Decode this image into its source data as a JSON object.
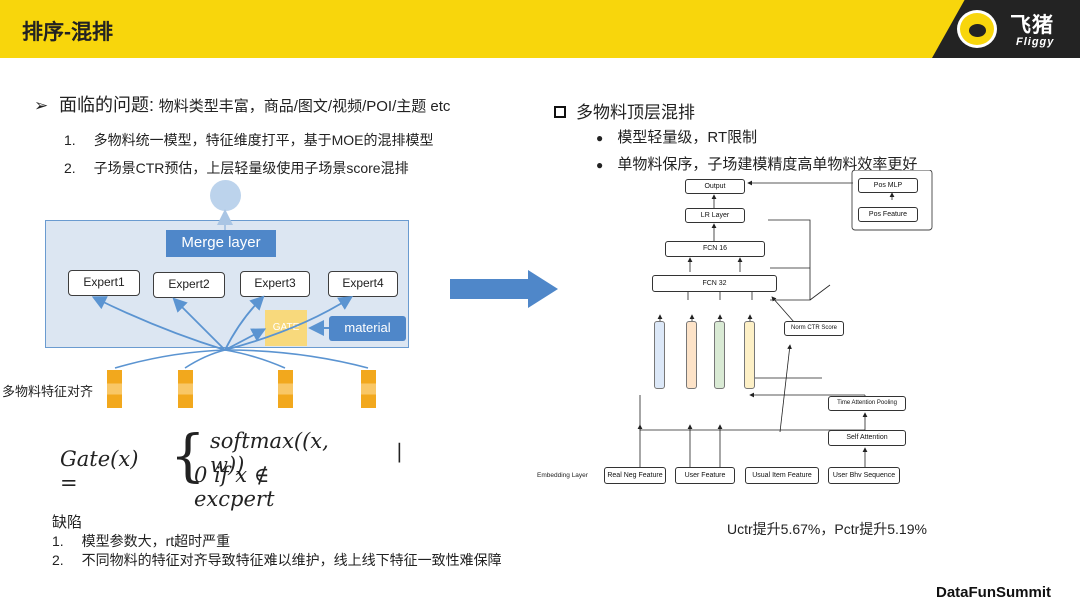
{
  "header": {
    "title": "排序-混排",
    "logo_cn": "飞猪",
    "logo_en": "Fliggy"
  },
  "left": {
    "problem_marker": "➢",
    "problem_title": "面临的问题:",
    "problem_text": "物料类型丰富，商品/图文/视频/POI/主题 etc",
    "items": [
      {
        "num": "1.",
        "text": "多物料统一模型，特征维度打平，基于MOE的混排模型"
      },
      {
        "num": "2.",
        "text": "子场景CTR预估，上层轻量级使用子场景score混排"
      }
    ]
  },
  "moe": {
    "merge_label": "Merge layer",
    "experts": [
      "Expert1",
      "Expert2",
      "Expert3",
      "Expert4"
    ],
    "gate_label": "GATE",
    "material_label": "material",
    "features_label": "多物料特征对齐"
  },
  "formula": {
    "lhs": "Gate(x) =",
    "brace": "{",
    "row1": "softmax((x, w))",
    "row2": "0   if   x ∉ excpert",
    "cursor": "|"
  },
  "defects": {
    "title": "缺陷",
    "items": [
      {
        "num": "1.",
        "text": "模型参数大，rt超时严重"
      },
      {
        "num": "2.",
        "text": "不同物料的特征对齐导致特征难以维护，线上线下特征一致性难保障"
      }
    ]
  },
  "right": {
    "title_marker": "",
    "title": "多物料顶层混排",
    "bullets": [
      {
        "marker": "●",
        "text": "模型轻量级，RT限制"
      },
      {
        "marker": "●",
        "text": "单物料保序，子场建模精度高单物料效率更好"
      }
    ],
    "result": "Uctr提升5.67%，Pctr提升5.19%"
  },
  "network": {
    "output": "Output",
    "lr_layer": "LR Layer",
    "fcn16": "FCN 16",
    "fcn32": "FCN 32",
    "pos_mlp": "Pos MLP",
    "pos_feature": "Pos Feature",
    "norm_ctr": "Norm CTR Score",
    "time_attention": "Time Attention Pooling",
    "self_attention": "Self Attention",
    "embedding_layer": "Embedding Layer",
    "inputs": [
      "Real Neg Feature",
      "User Feature",
      "Usual Item Feature",
      "User Bhv Sequence"
    ],
    "bar_colors": [
      "#dce8f8",
      "#fde3c8",
      "#d9ead4",
      "#fdf0c6"
    ]
  },
  "footer": {
    "brand": "DataFunSummit"
  },
  "colors": {
    "header_yellow": "#f8d60c",
    "accent_blue": "#4f87c9",
    "panel_blue": "#dce6f2",
    "gate_yellow": "#f8d97c",
    "feature_orange": "#f2a81d"
  }
}
